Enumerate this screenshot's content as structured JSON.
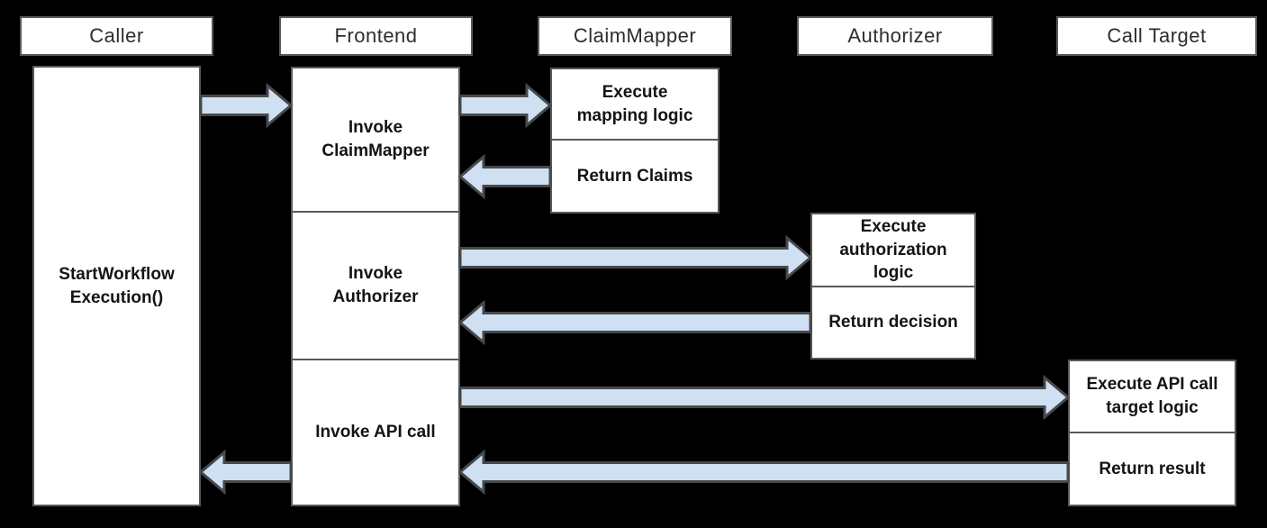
{
  "diagram": {
    "kind": "sequence-diagram",
    "participants": [
      {
        "name": "Caller",
        "messages": [
          "StartWorkflow\nExecution()"
        ]
      },
      {
        "name": "Frontend",
        "messages": [
          "Invoke\nClaimMapper",
          "Invoke\nAuthorizer",
          "Invoke API call"
        ]
      },
      {
        "name": "ClaimMapper",
        "messages": [
          "Execute\nmapping logic",
          "Return Claims"
        ]
      },
      {
        "name": "Authorizer",
        "messages": [
          "Execute\nauthorization\nlogic",
          "Return decision"
        ]
      },
      {
        "name": "Call Target",
        "messages": [
          "Execute API call\ntarget logic",
          "Return result"
        ]
      }
    ],
    "flows": [
      {
        "from": "Caller",
        "to": "Frontend"
      },
      {
        "from": "Frontend",
        "to": "ClaimMapper"
      },
      {
        "from": "ClaimMapper",
        "to": "Frontend"
      },
      {
        "from": "Frontend",
        "to": "Authorizer"
      },
      {
        "from": "Authorizer",
        "to": "Frontend"
      },
      {
        "from": "Frontend",
        "to": "Call Target"
      },
      {
        "from": "Call Target",
        "to": "Frontend"
      },
      {
        "from": "Frontend",
        "to": "Caller"
      }
    ]
  },
  "colors": {
    "background": "#000000",
    "box_fill": "#ffffff",
    "box_border": "#595959",
    "header_text": "#2d2d2d",
    "message_text": "#141414",
    "arrow_fill": "#cfe0f3",
    "arrow_stroke": "#46494c"
  }
}
